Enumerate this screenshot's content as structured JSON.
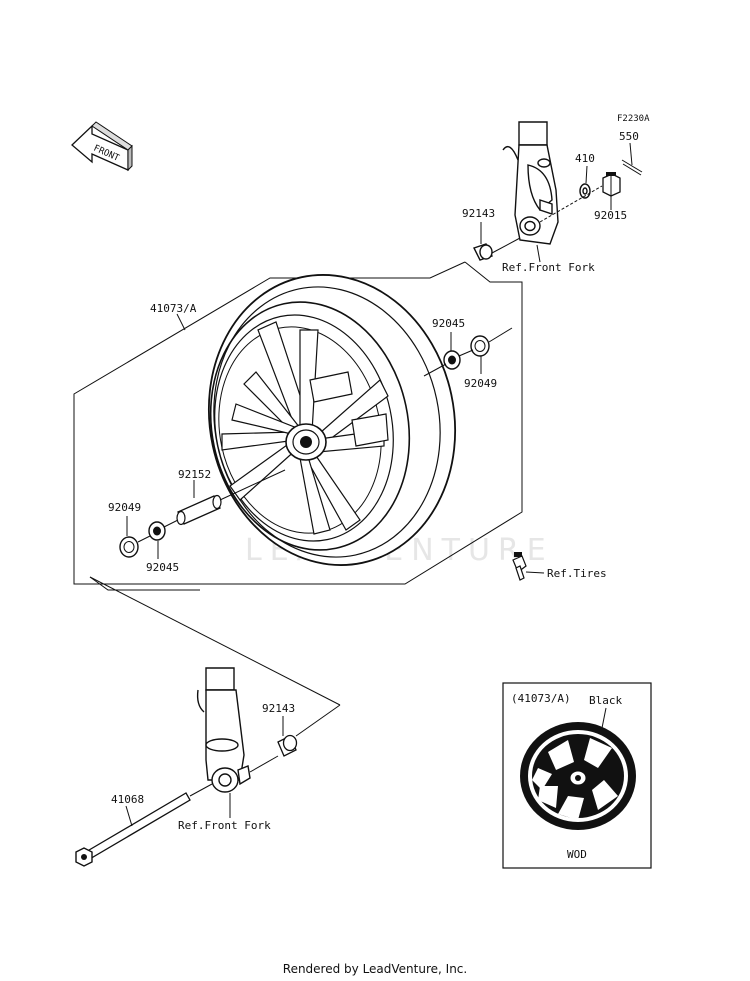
{
  "diagram_code": "F2230A",
  "watermark": "LEADVENTURE",
  "front_arrow_label": "FRONT",
  "parts": {
    "p550": "550",
    "p410": "410",
    "p92015": "92015",
    "p92143_top": "92143",
    "p41073": "41073/A",
    "p92045_right": "92045",
    "p92049_right": "92049",
    "p92152": "92152",
    "p92049_left": "92049",
    "p92045_left": "92045",
    "p92143_bottom": "92143",
    "p41068": "41068"
  },
  "refs": {
    "front_fork_top": "Ref.Front Fork",
    "tires": "Ref.Tires",
    "front_fork_bottom": "Ref.Front Fork"
  },
  "inset": {
    "part_ref": "(41073/A)",
    "color_label": "Black",
    "caption": "WOD"
  },
  "footer": "Rendered by LeadVenture, Inc."
}
